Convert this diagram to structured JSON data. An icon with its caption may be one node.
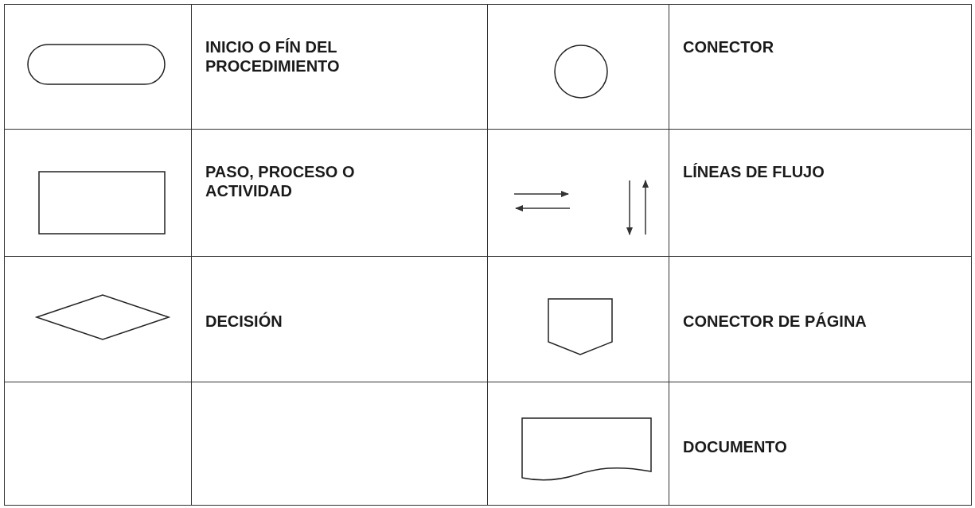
{
  "diagram": {
    "labels": [
      "INICIO O FÍN DEL PROCEDIMIENTO",
      "CONECTOR",
      "PASO, PROCESO O ACTIVIDAD",
      "LÍNEAS DE FLUJO",
      "DECISIÓN",
      "CONECTOR DE PÁGINA",
      "DOCUMENTO"
    ]
  }
}
